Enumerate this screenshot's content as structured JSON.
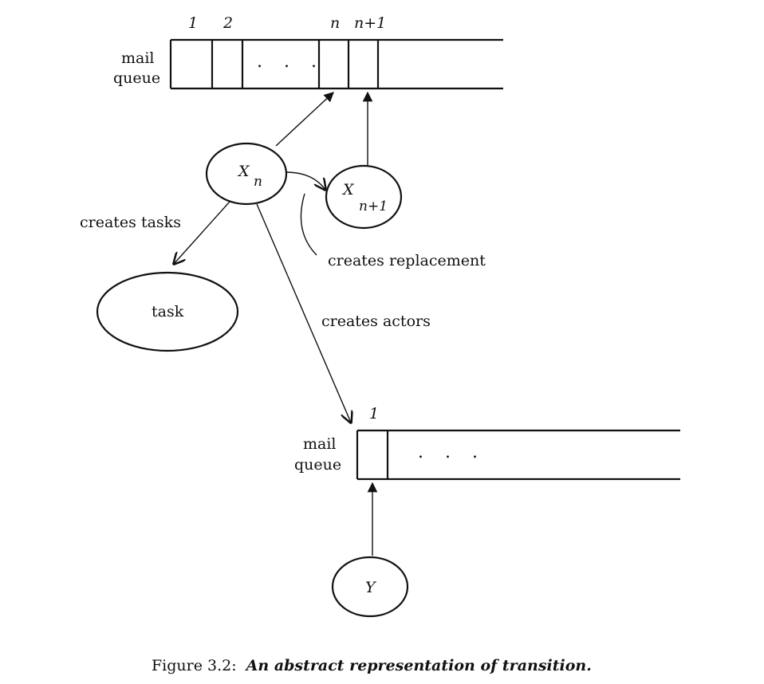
{
  "top_queue": {
    "label_line1": "mail",
    "label_line2": "queue",
    "index_1": "1",
    "index_2": "2",
    "index_n": "n",
    "index_n1": "n+1",
    "ellipsis": ". . ."
  },
  "actor_x": {
    "name": "X",
    "subscript": "n"
  },
  "actor_replacement": {
    "name": "X",
    "subscript": "n+1"
  },
  "task": {
    "label": "task"
  },
  "edge_labels": {
    "creates_tasks": "creates tasks",
    "creates_replacement": "creates replacement",
    "creates_actors": "creates actors"
  },
  "bottom_queue": {
    "label_line1": "mail",
    "label_line2": "queue",
    "index_1": "1",
    "ellipsis": ". . ."
  },
  "actor_y": {
    "name": "Y"
  },
  "caption": {
    "prefix": "Figure 3.2:",
    "text": "An abstract representation of transition."
  }
}
